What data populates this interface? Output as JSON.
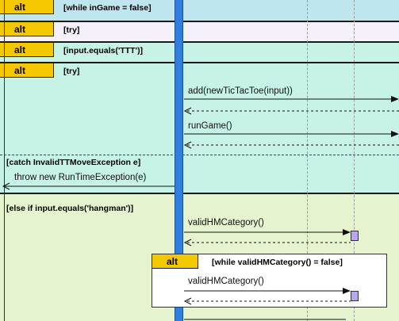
{
  "fragments": {
    "alt1": {
      "label": "alt",
      "guard": "[while inGame = false]"
    },
    "alt2": {
      "label": "alt",
      "guard": "[try]"
    },
    "alt3": {
      "label": "alt",
      "guard": "[input.equals('TTT')]"
    },
    "alt4": {
      "label": "alt",
      "guard": "[try]"
    },
    "catch_guard": "[catch InvalidTTMoveException e]",
    "else_guard": "[else if input.equals('hangman')]",
    "inner_alt": {
      "label": "alt",
      "guard": "[while validHMCategory() = false]"
    }
  },
  "messages": {
    "add": "add(newTicTacToe(input))",
    "run_game": "runGame()",
    "throw": "throw new RunTimeException(e)",
    "valid_hm_1": "validHMCategory()",
    "valid_hm_2": "validHMCategory()"
  },
  "colors": {
    "band_blue": "#bfe6ee",
    "band_lavender": "#f5f1fb",
    "band_mint": "#c7f2e6",
    "band_green": "#e6f3cf",
    "tag_yellow": "#f3c800",
    "activation_blue": "#2f7fe0",
    "activation_purple": "#b9a7ef"
  }
}
